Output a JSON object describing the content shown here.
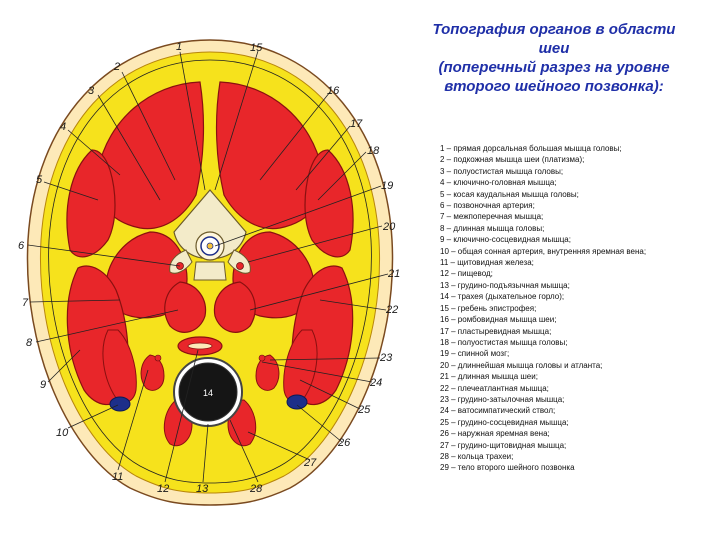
{
  "title": {
    "lines": [
      "Топография органов в области",
      "шеи",
      "(поперечный разрез на уровне",
      "второго шейного позвонка):"
    ]
  },
  "diagram": {
    "labels": [
      "1",
      "2",
      "3",
      "4",
      "5",
      "6",
      "7",
      "8",
      "9",
      "10",
      "11",
      "12",
      "13",
      "14",
      "15",
      "16",
      "17",
      "18",
      "19",
      "20",
      "21",
      "22",
      "23",
      "24",
      "25",
      "26",
      "27",
      "28"
    ],
    "trachea_number": "14"
  },
  "legend": {
    "items": [
      "1 – прямая дорсальная большая мышца головы;",
      "2 – подкожная мышца шеи (платизма);",
      "3 – полуостистая мышца головы;",
      "4 – ключично-головная мышца;",
      "5 – косая каудальная мышца головы;",
      "6 – позвоночная артерия;",
      "7 – межпоперечная мышца;",
      "8 – длинная мышца головы;",
      "9 – ключично-сосцевидная мышца;",
      "10 – общая сонная артерия, внутренняя яремная вена;",
      "11 – щитовидная железа;",
      "12 – пищевод;",
      "13 – грудино-подъязычная мышца;",
      "14 – трахея (дыхательное горло);",
      "15 – гребень эпистрофея;",
      "16 – ромбовидная мышца шеи;",
      "17 – пластыревидная мышца;",
      "18 – полуостистая мышца головы;",
      "19 – спинной мозг;",
      "20 – длиннейшая мышца головы и атланта;",
      "21 – длинная мышца шеи;",
      "22 – плечеатлантная мышца;",
      "23 – грудино-затылочная мышца;",
      "24 – ватосимпатический ствол;",
      "25 – грудино-сосцевидная мышца;",
      "26 – наружная яремная вена;",
      "27 – грудино-щитовидная мышца;",
      "28 – кольца трахеи;",
      "29 – тело второго шейного позвонка"
    ]
  },
  "colors": {
    "muscle": "#e8262a",
    "fat": "#f6e21c",
    "outline": "#8a1010",
    "skin": "#fde9b8",
    "bone": "#f3ebc9",
    "trachea": "#151515",
    "vein": "#1d2f8a",
    "title": "#1f2fa8"
  }
}
